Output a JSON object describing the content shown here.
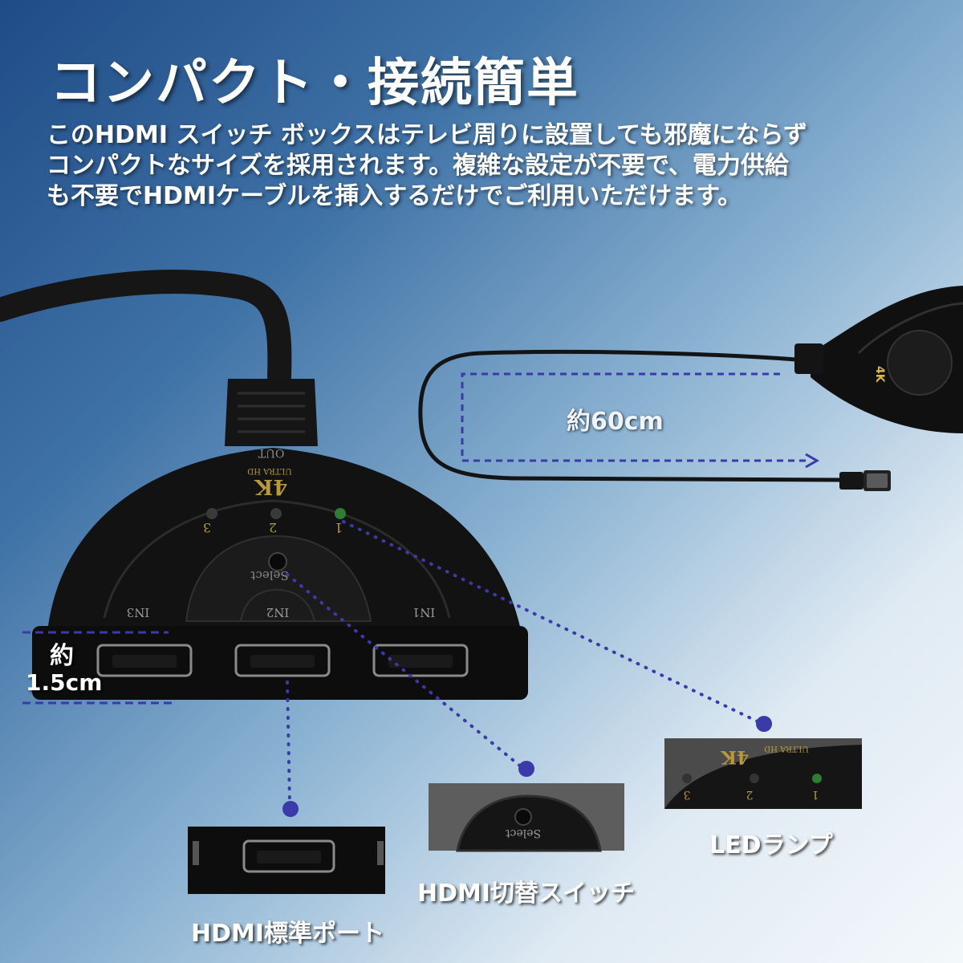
{
  "title": "コンパクト・接続簡単",
  "description": [
    "このHDMI スイッチ ボックスはテレビ周りに設置しても邪魔にならず",
    "コンパクトなサイズを採用されます。複雑な設定が不要で、電力供給",
    "も不要でHDMIケーブルを挿入するだけでご利用いただけます。"
  ],
  "dimensions": {
    "cable_length": "約60cm",
    "height_line1": "約",
    "height_line2": "1.5cm"
  },
  "device": {
    "out_label": "OUT",
    "brand_4k": "4K",
    "brand_uhd": "ULTRA HD",
    "leds": [
      "1",
      "2",
      "3"
    ],
    "select_label": "Select",
    "inputs": [
      "IN1",
      "IN2",
      "IN3"
    ]
  },
  "callouts": {
    "port": "HDMI標準ポート",
    "switch": "HDMI切替スイッチ",
    "led": "LEDランプ"
  },
  "colors": {
    "accent_dots": "#3a3aa8",
    "led_green": "#2e7d32"
  }
}
